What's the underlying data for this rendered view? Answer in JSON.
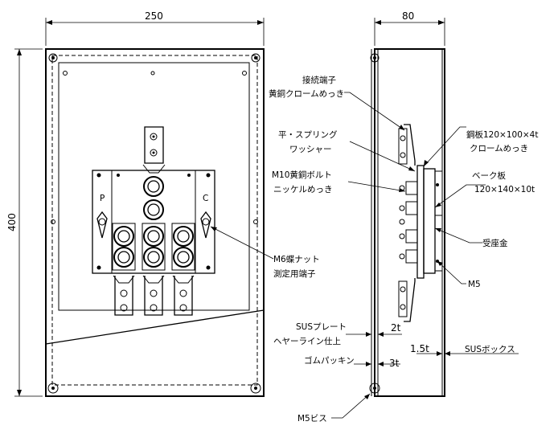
{
  "dimensions": {
    "front_width": "250",
    "front_height": "400",
    "side_width": "80",
    "sus_plate_thickness": "2t",
    "gasket_thickness": "3t",
    "box_thickness": "1.5t"
  },
  "labels": {
    "terminal_line1": "接続端子",
    "terminal_line2": "黄銅クロームめっき",
    "washer_line1": "平・スプリング",
    "washer_line2": "ワッシャー",
    "bolt_line1": "M10黄銅ボルト",
    "bolt_line2": "ニッケルめっき",
    "steel_plate_line1": "鋼板120×100×4t",
    "steel_plate_line2": "クロームめっき",
    "bake_board_line1": "ベーク板",
    "bake_board_line2": "120×140×10t",
    "receiver": "受座金",
    "m5": "M5",
    "wing_nut_line1": "M6蝶ナット",
    "wing_nut_line2": "測定用端子",
    "sus_plate_line1": "SUSプレート",
    "sus_plate_line2": "ヘヤーライン仕上",
    "gasket": "ゴムパッキン",
    "sus_box": "SUSボックス",
    "m5_screw": "M5ビス",
    "terminal_p": "P",
    "terminal_c": "C"
  }
}
